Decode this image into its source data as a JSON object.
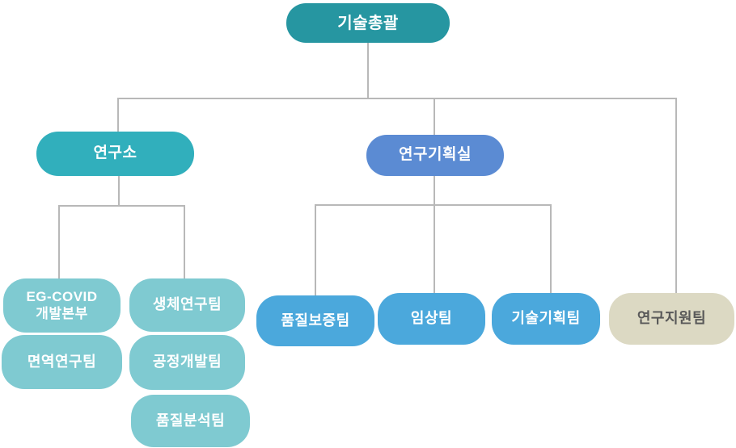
{
  "diagram": {
    "type": "org-chart",
    "background_color": "#FFFFFF",
    "connector_color": "#B8B8B8"
  },
  "nodes": {
    "tech_head": {
      "label": "기술총괄",
      "color": "#2696A1",
      "text_color": "#FFFFFF"
    },
    "research_institute": {
      "label": "연구소",
      "color": "#31AFBC",
      "text_color": "#FFFFFF"
    },
    "research_planning": {
      "label": "연구기획실",
      "color": "#5B8BD3",
      "text_color": "#FFFFFF"
    },
    "eg_covid": {
      "label": "EG-COVID 개발본부",
      "label_line1": "EG-COVID",
      "label_line2": "개발본부",
      "color": "#7FCAD1",
      "text_color": "#FFFFFF"
    },
    "bio_research": {
      "label": "생체연구팀",
      "color": "#7FCAD1",
      "text_color": "#FFFFFF"
    },
    "immune_research": {
      "label": "면역연구팀",
      "color": "#7FCAD1",
      "text_color": "#FFFFFF"
    },
    "process_dev": {
      "label": "공정개발팀",
      "color": "#7FCAD1",
      "text_color": "#FFFFFF"
    },
    "quality_analysis": {
      "label": "품질분석팀",
      "color": "#7FCAD1",
      "text_color": "#FFFFFF"
    },
    "quality_assurance": {
      "label": "품질보증팀",
      "color": "#4BA8DC",
      "text_color": "#FFFFFF"
    },
    "clinical": {
      "label": "임상팀",
      "color": "#4BA8DC",
      "text_color": "#FFFFFF"
    },
    "tech_planning": {
      "label": "기술기획팀",
      "color": "#4BA8DC",
      "text_color": "#FFFFFF"
    },
    "research_support": {
      "label": "연구지원팀",
      "color": "#DCD9C3",
      "text_color": "#595959"
    }
  },
  "hierarchy": [
    {
      "parent": "기술총괄",
      "children": [
        "연구소",
        "연구기획실",
        "연구지원팀"
      ]
    },
    {
      "parent": "연구소",
      "children": [
        "EG-COVID 개발본부",
        "생체연구팀",
        "면역연구팀",
        "공정개발팀",
        "품질분석팀"
      ]
    },
    {
      "parent": "연구기획실",
      "children": [
        "품질보증팀",
        "임상팀",
        "기술기획팀"
      ]
    }
  ]
}
